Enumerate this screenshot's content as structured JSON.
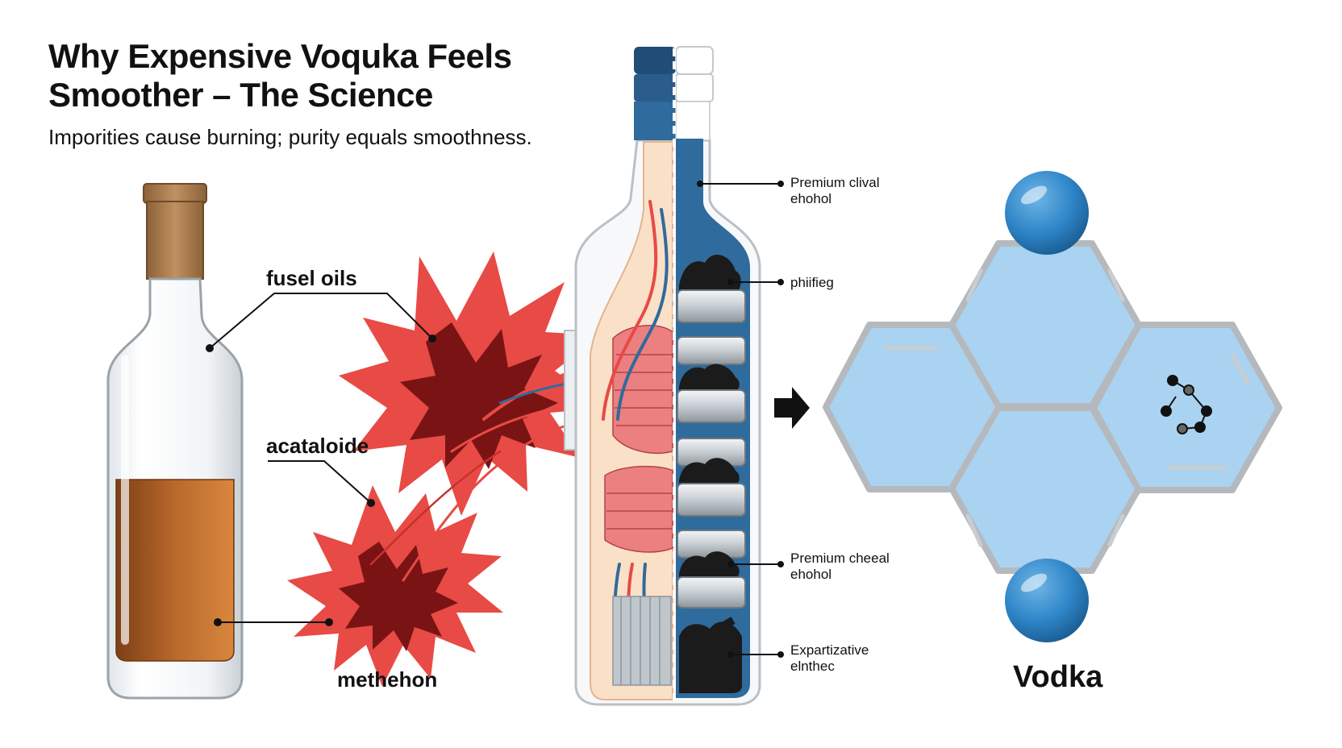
{
  "header": {
    "title_line1": "Why Expensive Voquka Feels",
    "title_line2": "Smoother – The Science",
    "subtitle": "Imporities cause burning; purity equals smoothness."
  },
  "left_labels": {
    "fusel": "fusel oils",
    "acet": "acataloide",
    "meth": "methehon"
  },
  "right_labels": {
    "l1a": "Premium clival",
    "l1b": "ehohol",
    "l2": "phiifieg",
    "l3a": "Premium cheeal",
    "l3b": "ehohol",
    "l4a": "Expartizative",
    "l4b": "elnthec"
  },
  "molecule": {
    "name": "Vodka"
  },
  "colors": {
    "amber": "#b8692c",
    "burst_red": "#e84a45",
    "burst_dark": "#7a1414",
    "bottle_blue": "#2f6b9c",
    "hex_fill": "#a9d3f0",
    "sphere_blue": "#2f86c8"
  }
}
